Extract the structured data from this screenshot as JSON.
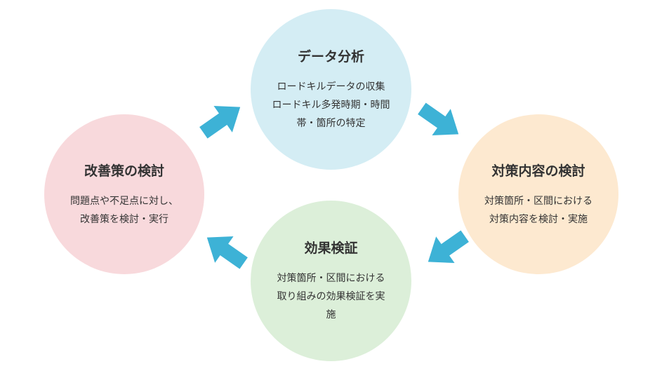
{
  "colors": {
    "arrow": "#3db2d6",
    "analysis_bg": "#d4edf4",
    "measures_bg": "#fde9d0",
    "verification_bg": "#dcefd9",
    "improvement_bg": "#f8d9dc"
  },
  "cycle": {
    "analysis": {
      "title": "データ分析",
      "lines": [
        "ロードキルデータの収集",
        "ロードキル多発時期・時間",
        "帯・箇所の特定"
      ]
    },
    "measures": {
      "title": "対策内容の検討",
      "lines": [
        "対策箇所・区間における",
        "対策内容を検討・実施"
      ]
    },
    "verification": {
      "title": "効果検証",
      "lines": [
        "対策箇所・区間における",
        "取り組みの効果検証を実",
        "施"
      ]
    },
    "improvement": {
      "title": "改善策の検討",
      "lines": [
        "問題点や不足点に対し、",
        "改善策を検討・実行"
      ]
    }
  },
  "arrows": [
    {
      "from": "improvement",
      "to": "analysis",
      "icon": "arrow-icon"
    },
    {
      "from": "analysis",
      "to": "measures",
      "icon": "arrow-icon"
    },
    {
      "from": "measures",
      "to": "verification",
      "icon": "arrow-icon"
    },
    {
      "from": "verification",
      "to": "improvement",
      "icon": "arrow-icon"
    }
  ]
}
